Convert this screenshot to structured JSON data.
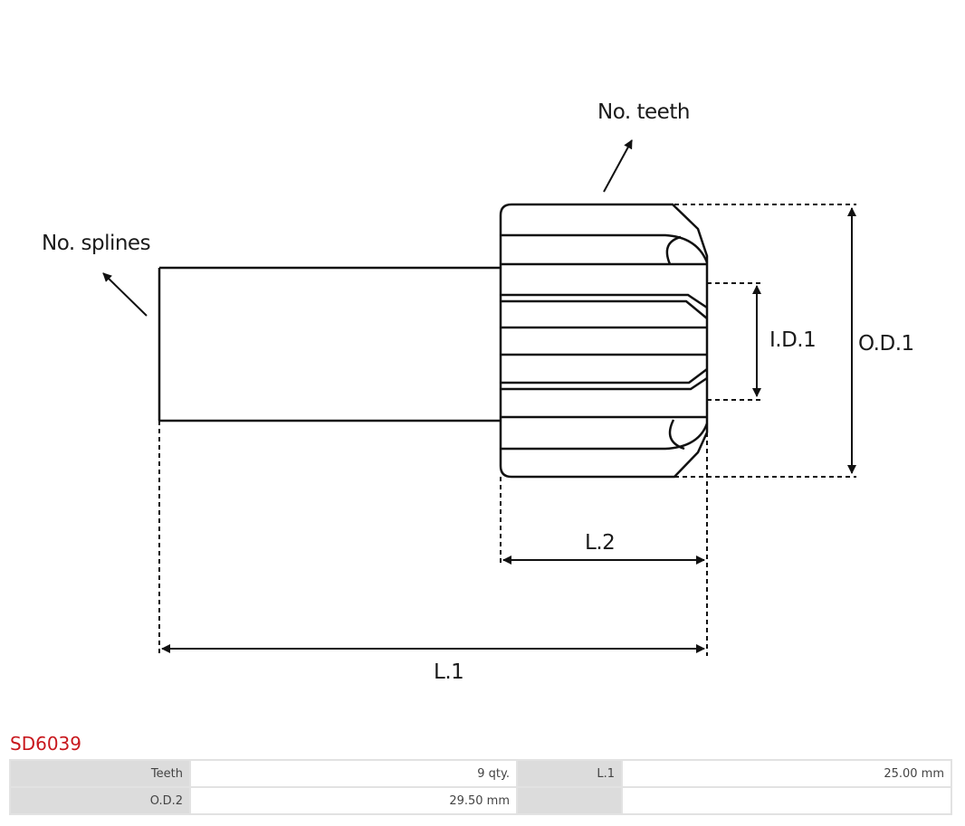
{
  "drawing": {
    "labels": {
      "no_teeth": "No. teeth",
      "no_splines": "No. splines",
      "id1": "I.D.1",
      "od1": "O.D.1",
      "l2": "L.2",
      "l1": "L.1"
    }
  },
  "product": {
    "part_number": "SD6039",
    "accent_color": "#c8171d"
  },
  "specs": {
    "rows": [
      [
        {
          "label": "Teeth",
          "value": "9 qty."
        },
        {
          "label": "L.1",
          "value": "25.00 mm"
        }
      ],
      [
        {
          "label": "O.D.2",
          "value": "29.50 mm"
        },
        {
          "label": "",
          "value": ""
        }
      ]
    ]
  }
}
